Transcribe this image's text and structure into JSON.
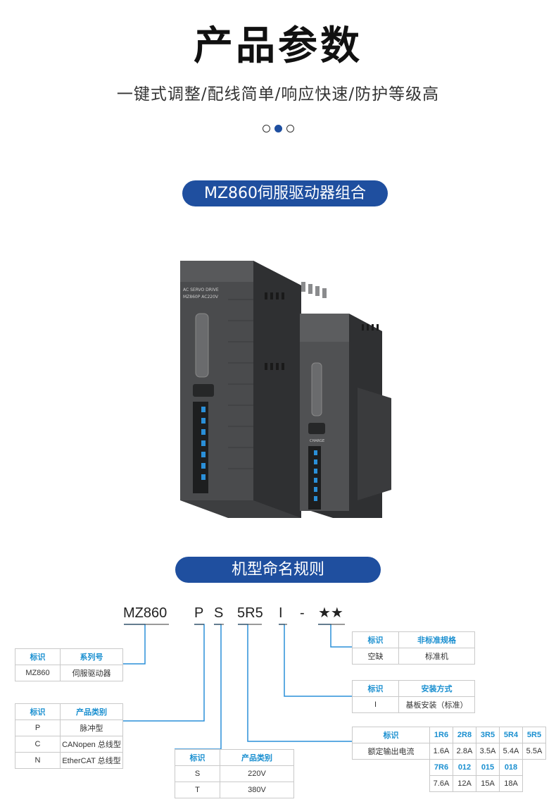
{
  "header": {
    "title": "产品参数",
    "subtitle": "一键式调整/配线简单/响应快速/防护等级高"
  },
  "carousel": {
    "count": 3,
    "active_index": 1
  },
  "section_product": {
    "label": "MZ860伺服驱动器组合"
  },
  "product_image": {
    "front_label_1": "AC SERVO DRIVE",
    "front_label_2": "MZ860P  AC220V",
    "small_label": "CHARGE"
  },
  "section_naming": {
    "label": "机型命名规则"
  },
  "model_code": {
    "parts": [
      "MZ860",
      "P",
      "S",
      "5R5",
      "I",
      "-",
      "★★"
    ]
  },
  "table_series": {
    "headers": [
      "标识",
      "系列号"
    ],
    "rows": [
      [
        "MZ860",
        "伺服驱动器"
      ]
    ]
  },
  "table_category": {
    "headers": [
      "标识",
      "产品类别"
    ],
    "rows": [
      [
        "P",
        "脉冲型"
      ],
      [
        "C",
        "CANopen 总线型"
      ],
      [
        "N",
        "EtherCAT 总线型"
      ]
    ]
  },
  "table_voltage": {
    "headers": [
      "标识",
      "产品类别"
    ],
    "rows": [
      [
        "S",
        "220V"
      ],
      [
        "T",
        "380V"
      ]
    ]
  },
  "table_nonstandard": {
    "headers": [
      "标识",
      "非标准规格"
    ],
    "rows": [
      [
        "空缺",
        "标准机"
      ]
    ]
  },
  "table_install": {
    "headers": [
      "标识",
      "安装方式"
    ],
    "rows": [
      [
        "I",
        "基板安装（标准）"
      ]
    ]
  },
  "table_current": {
    "header_label": "标识",
    "row_label": "额定输出电流",
    "codes_1": [
      "1R6",
      "2R8",
      "3R5",
      "5R4",
      "5R5"
    ],
    "values_1": [
      "1.6A",
      "2.8A",
      "3.5A",
      "5.4A",
      "5.5A"
    ],
    "codes_2": [
      "7R6",
      "012",
      "015",
      "018"
    ],
    "values_2": [
      "7.6A",
      "12A",
      "15A",
      "18A"
    ]
  },
  "colors": {
    "accent_blue": "#1f4f9f",
    "header_cyan": "#1a8fd0",
    "connector_blue": "#2a8fd8"
  }
}
